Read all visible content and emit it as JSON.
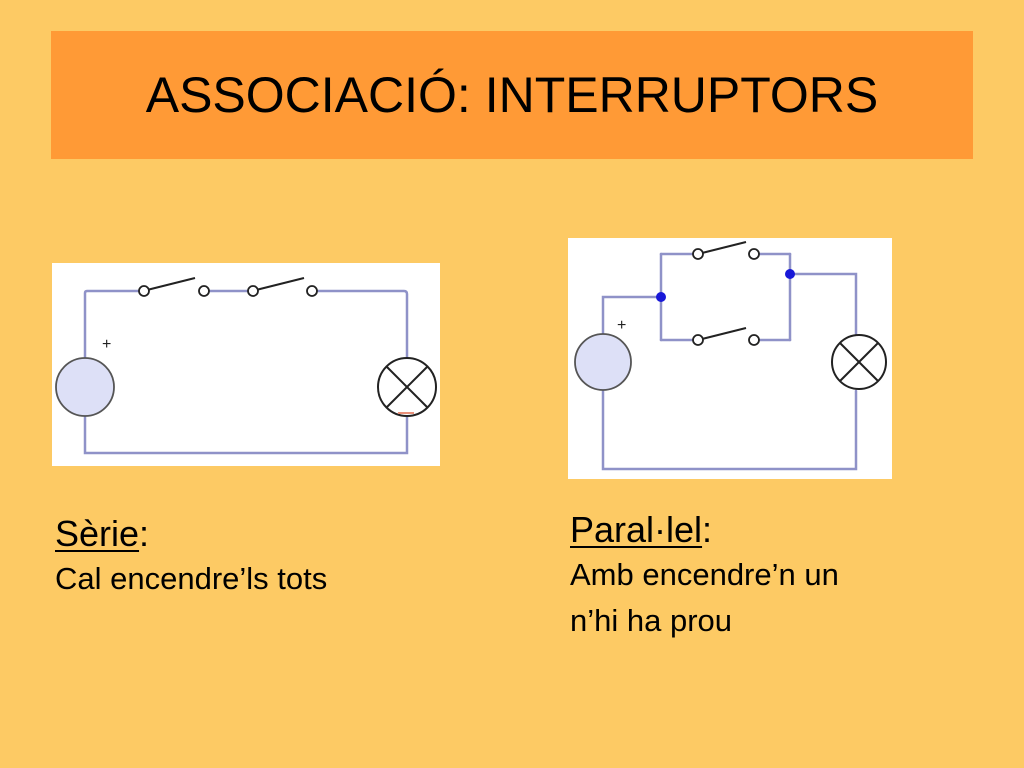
{
  "title": "ASSOCIACIÓ: INTERRUPTORS",
  "series": {
    "heading": "Sèrie",
    "heading_suffix": ":",
    "description": "Cal encendre’ls tots",
    "battery_label": "+"
  },
  "parallel": {
    "heading": "Paral·lel",
    "heading_suffix": ":",
    "description_line1": "Amb encendre’n un",
    "description_line2": "n’hi ha prou",
    "battery_label": "+"
  },
  "colors": {
    "background": "#fdca64",
    "title_bar": "#ff9a36",
    "wire": "#8f92c8",
    "battery_fill": "#dde0f7",
    "junction": "#1818d8"
  }
}
